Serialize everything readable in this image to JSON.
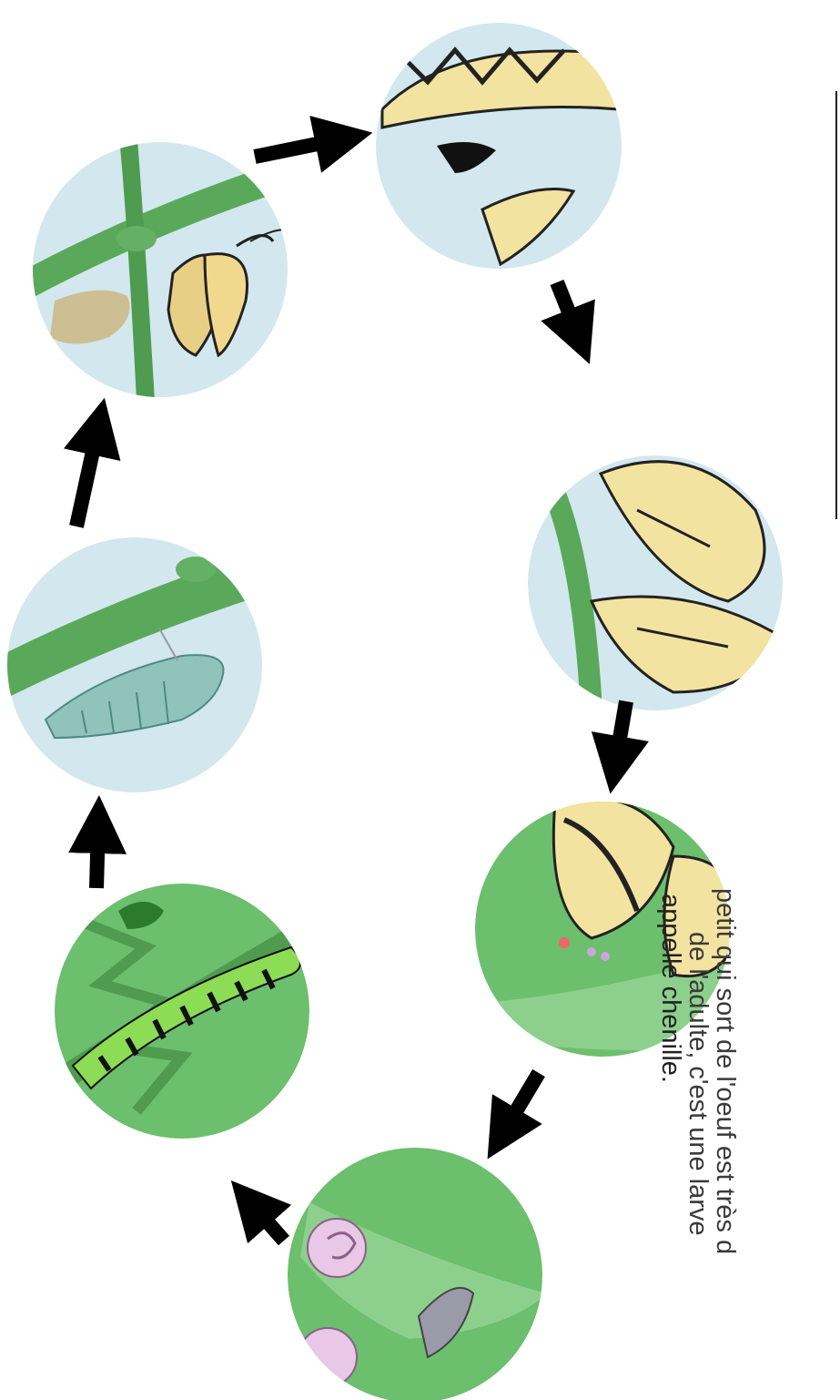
{
  "caption": {
    "line1": "petit qui sort de l'oeuf est très d",
    "line2": "de l'adulte, c'est une larve",
    "line3": "appelle chenille."
  },
  "stages": [
    {
      "icon": "eggs-and-hatchling-icon"
    },
    {
      "icon": "caterpillar-icon"
    },
    {
      "icon": "chrysalis-icon"
    },
    {
      "icon": "emerging-butterfly-icon"
    },
    {
      "icon": "flying-butterfly-icon"
    },
    {
      "icon": "mating-butterflies-icon"
    },
    {
      "icon": "egg-laying-butterfly-icon"
    }
  ],
  "colors": {
    "circle_bg": "#d3e7ee",
    "stem": "#5aa95a",
    "leaf": "#6cbf6c",
    "wing": "#f3e3a0",
    "arrow": "#000000"
  }
}
